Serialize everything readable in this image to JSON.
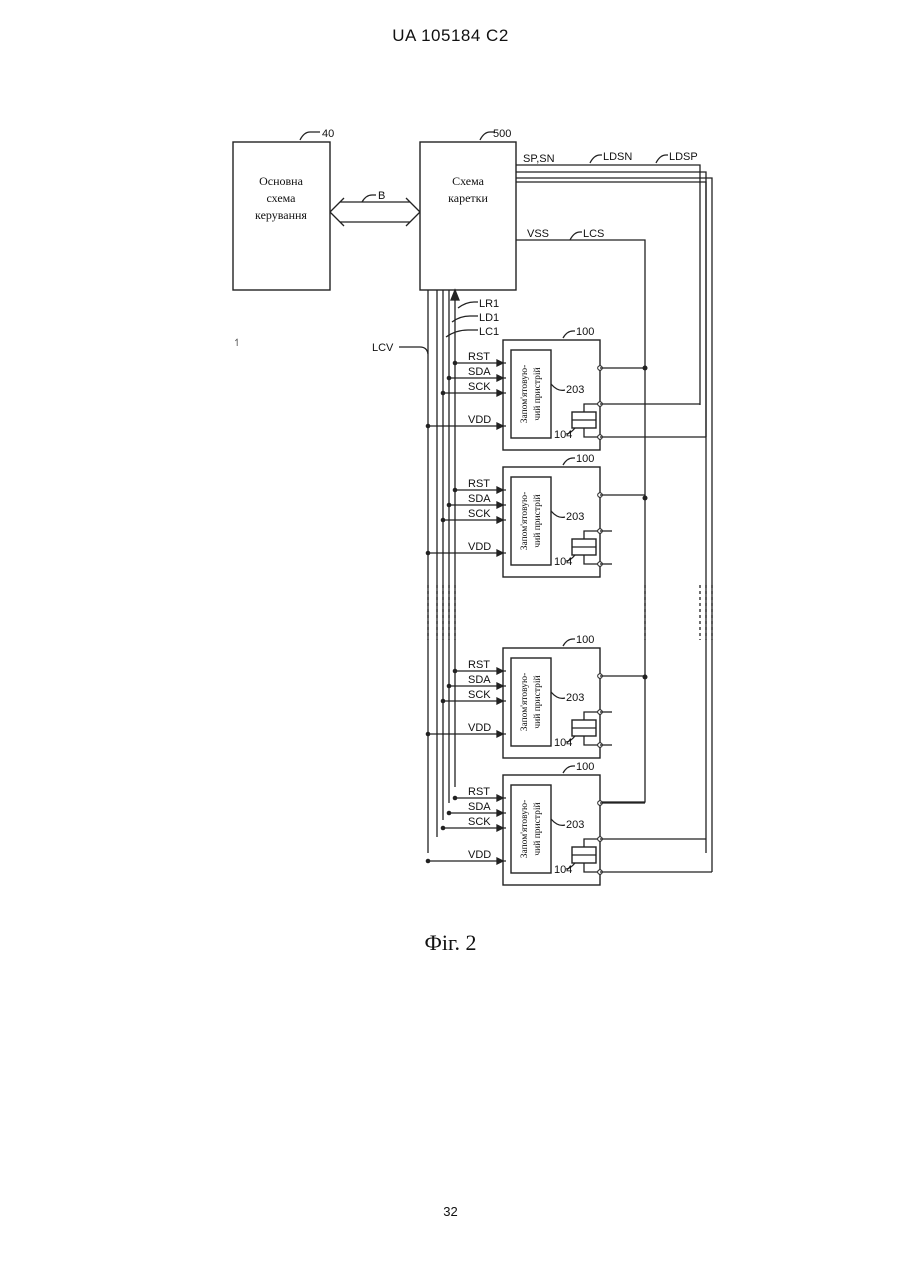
{
  "header": "UA   105184   C2",
  "page_number": "32",
  "caption": "Фіг. 2",
  "stray_mark": "↿",
  "blocks": {
    "main_ctrl": {
      "ref": "40",
      "lines": [
        "Основна",
        "схема",
        "керування"
      ]
    },
    "carriage": {
      "ref": "500",
      "lines": [
        "Схема",
        "каретки"
      ]
    }
  },
  "labels": {
    "bus": "B",
    "sp_sn": "SP,SN",
    "ldsn": "LDSN",
    "ldsp": "LDSP",
    "vss": "VSS",
    "lcs": "LCS",
    "lr1": "LR1",
    "ld1": "LD1",
    "lc1": "LC1",
    "lcv": "LCV"
  },
  "device": {
    "ref": "100",
    "memory_ref": "203",
    "sensor_ref": "104",
    "memory_text": [
      "Запом'ятовую-",
      "чий пристрій"
    ],
    "pins": [
      "RST",
      "SDA",
      "SCK",
      "VDD"
    ]
  }
}
